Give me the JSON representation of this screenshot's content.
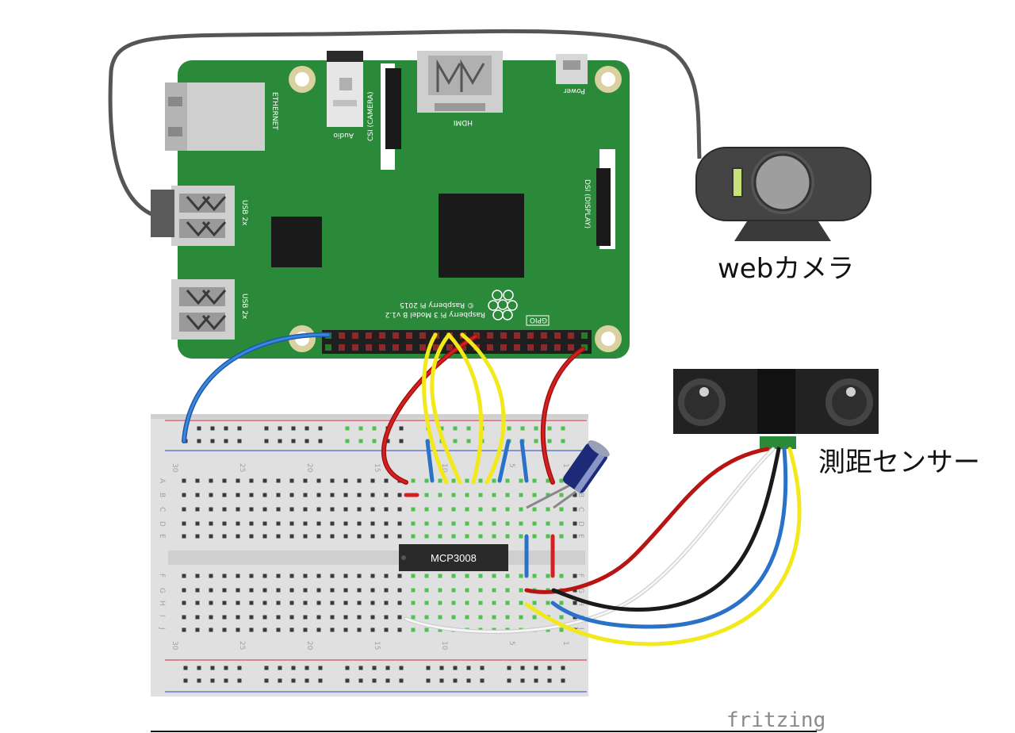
{
  "labels": {
    "webcam": "webカメラ",
    "sensor": "測距センサー",
    "chip": "MCP3008",
    "watermark": "fritzing"
  },
  "board_silkscreen": {
    "ethernet": "ETHERNET",
    "usb1": "USB 2x",
    "usb2": "USB 2x",
    "audio": "Audio",
    "csi": "CSI (CAMERA)",
    "hdmi": "HDMI",
    "power": "Power",
    "dsi": "DSI (DISPLAY)",
    "gpio": "GPIO",
    "model_line1": "© Raspberry Pi 2015",
    "model_line2": "Raspberry Pi 3 Model B v1.2"
  },
  "breadboard": {
    "columns_top": [
      "30",
      "25",
      "20",
      "15",
      "10",
      "5",
      "1"
    ],
    "columns_bottom": [
      "30",
      "25",
      "20",
      "15",
      "10",
      "5",
      "1"
    ],
    "rows_left": [
      "A",
      "B",
      "C",
      "D",
      "E",
      "F",
      "G",
      "H",
      "I",
      "J"
    ],
    "rows_right": [
      "A",
      "B",
      "C",
      "D",
      "E",
      "F",
      "G",
      "H",
      "I",
      "J"
    ]
  },
  "colors": {
    "pcb": "#2a8a3a",
    "wire_red": "#c41616",
    "wire_blue": "#2a72c8",
    "wire_yellow": "#f2e81a",
    "wire_black": "#1a1a1a",
    "wire_white": "#f4f4f4",
    "cable_gray": "#555555"
  }
}
